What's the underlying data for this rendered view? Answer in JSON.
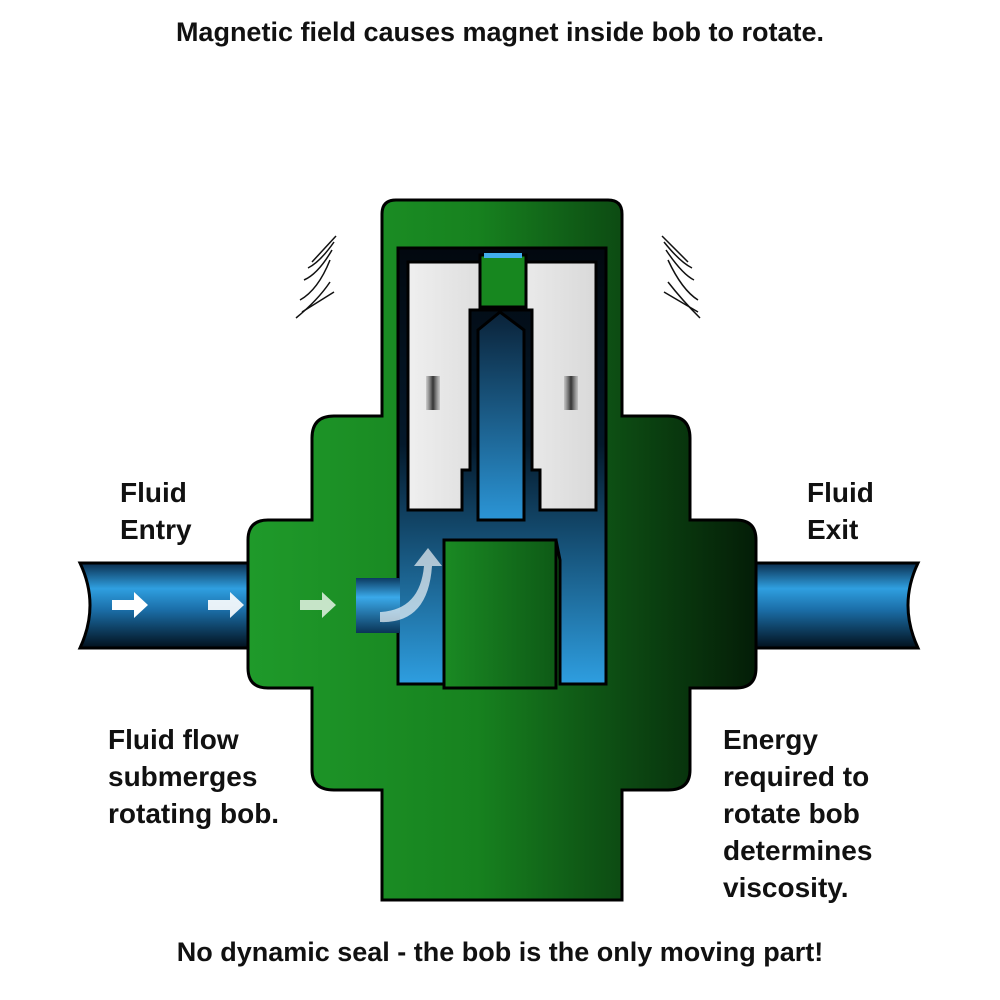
{
  "title": "Magnetic field causes magnet inside bob to rotate.",
  "labels": {
    "entry": [
      "Fluid",
      "Entry"
    ],
    "exit": [
      "Fluid",
      "Exit"
    ],
    "flow_note": [
      "Fluid flow",
      "submerges",
      "rotating bob."
    ],
    "energy_note": [
      "Energy",
      "required to",
      "rotate bob",
      "determines",
      "viscosity."
    ]
  },
  "footer": "No dynamic seal - the bob is the only moving part!",
  "colors": {
    "housing_light": "#1f9a2a",
    "housing_dark": "#041d07",
    "fluid_light": "#2f9fe0",
    "fluid_dark": "#02101c",
    "bob": "#e6e6e6",
    "arrows": "#ffffff",
    "text": "#111111"
  },
  "icons": {
    "flow_arrows": "right-arrow-icon",
    "magnetic_field_marks": "field-lines-icon",
    "rotation": "curved-arrow-icon"
  }
}
